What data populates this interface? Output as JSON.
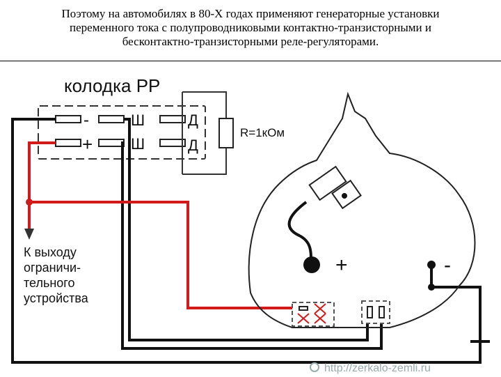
{
  "caption": {
    "line1": "Поэтому на автомобилях в 80-Х годах применяют генераторные установки",
    "line2": "переменного тока с полупроводниковыми контактно-транзисторными и",
    "line3": "бесконтактно-транзисторными реле-регуляторами."
  },
  "diagram": {
    "connector_title": "колодка РР",
    "pin_minus": "-",
    "pin_plus": "+",
    "pin_sh_top": "Ш",
    "pin_sh_bottom": "Ш",
    "pin_d_top": "Д",
    "pin_d_bottom": "Д",
    "resistor_label": "R=1кОм",
    "arrow_label_1": "К выходу",
    "arrow_label_2": "ограничи-",
    "arrow_label_3": "тельного",
    "arrow_label_4": "устройства",
    "gen_plus": "+",
    "gen_minus": "-",
    "watermark": "http://zerkalo-zemli.ru"
  },
  "colors": {
    "wire_red": "#d21a1a",
    "wire_black": "#111111"
  }
}
